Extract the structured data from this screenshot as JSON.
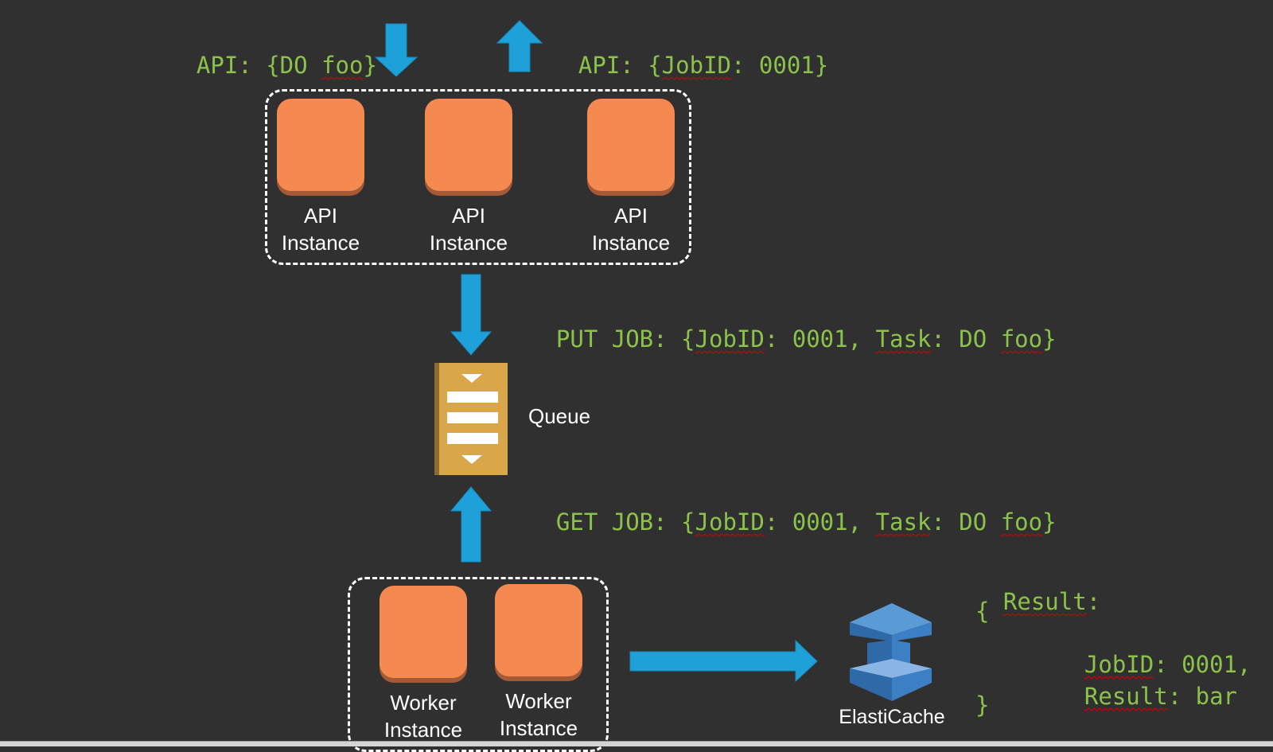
{
  "colors": {
    "background": "#303030",
    "code_text": "#8bc34a",
    "arrow": "#1ea1d8",
    "instance": "#f48a4f",
    "instance_shadow": "#a55a36",
    "queue": "#d9a64a",
    "queue_edge": "#8d6b33",
    "cache_blue": "#3f7fc0"
  },
  "api_request": {
    "prefix": "API: {DO ",
    "word": "foo",
    "suffix": "}"
  },
  "api_response": {
    "prefix": "API: {",
    "word": "JobID",
    "suffix": ": 0001}"
  },
  "api_group": {
    "instances": [
      {
        "line1": "API",
        "line2": "Instance"
      },
      {
        "line1": "API",
        "line2": "Instance"
      },
      {
        "line1": "API",
        "line2": "Instance"
      }
    ]
  },
  "put_job": {
    "p1": "PUT JOB: {",
    "w1": "JobID",
    "p2": ": 0001, ",
    "w2": "Task",
    "p3": ": DO ",
    "w3": "foo",
    "p4": "}"
  },
  "queue": {
    "label": "Queue"
  },
  "get_job": {
    "p1": "GET JOB: {",
    "w1": "JobID",
    "p2": ": 0001, ",
    "w2": "Task",
    "p3": ": DO ",
    "w3": "foo",
    "p4": "}"
  },
  "worker_group": {
    "instances": [
      {
        "line1": "Worker",
        "line2": "Instance"
      },
      {
        "line1": "Worker",
        "line2": "Instance"
      }
    ]
  },
  "cache": {
    "label": "ElastiCache"
  },
  "result": {
    "heading_word": "Result",
    "heading_suffix": ":",
    "open_brace": "{",
    "jobid_key": "JobID",
    "jobid_value": ": 0001,",
    "result_key": "Result",
    "result_value": ": bar",
    "close_brace": "}"
  }
}
